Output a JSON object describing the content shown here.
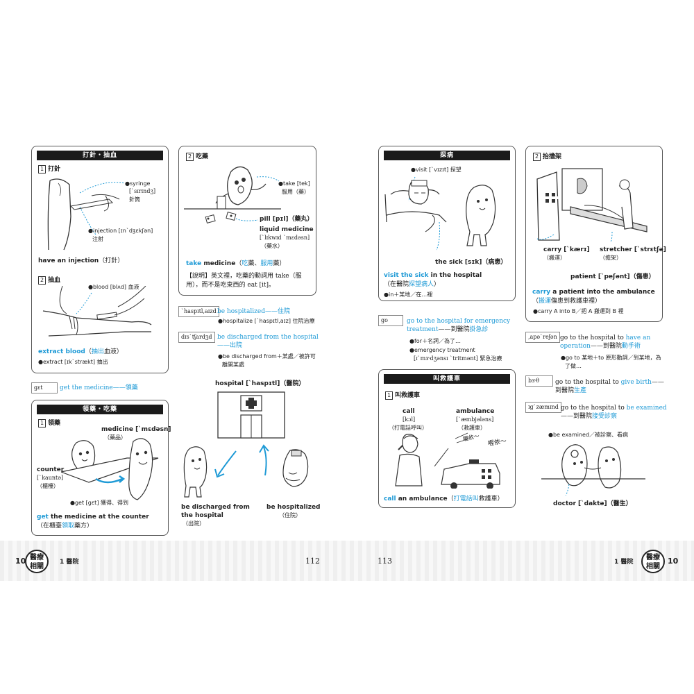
{
  "left": {
    "box1": {
      "header": "打針・抽血",
      "n1": "1",
      "s1_title": "打針",
      "syringe": "●syringe",
      "syringe_ipa": "[ˋsɪrɪndʒ]",
      "syringe_zh": "針筒",
      "injection": "●injection [ɪnˋdʒɛkʃən]",
      "injection_zh": "注射",
      "have_injection": "have an injection",
      "have_injection_zh": "（打針）",
      "n2": "2",
      "s2_title": "抽血",
      "blood": "●blood [blʌd] 血液",
      "extract_blood": "extract blood",
      "extract_blood_zh1": "（",
      "extract_blood_zh_hl": "抽出",
      "extract_blood_zh2": "血液）",
      "extract_note": "●extract [ɪkˋstrækt] 抽出"
    },
    "box2": {
      "n": "2",
      "title": "吃藥",
      "take": "●take [tek]",
      "take_zh": "服用（藥）",
      "pill": "pill [pɪl]（藥丸）",
      "liquid": "liquid medicine",
      "liquid_ipa": "[ˋlɪkwɪd ˋmɛdəsn]",
      "liquid_zh": "（藥水）",
      "take_medicine": "take",
      "take_medicine2": " medicine",
      "take_medicine_zh1": "（",
      "take_medicine_hl1": "吃",
      "take_medicine_zh2": "藥、",
      "take_medicine_hl2": "服用",
      "take_medicine_zh3": "藥）",
      "note1": "【說明】英文裡，吃藥的動詞用 take（服",
      "note2": "用），而不是吃東西的 eat [it]。"
    },
    "hosp1": {
      "tag": "ˋhaspɪtl,aɪzd",
      "phrase": "be hospitalized——",
      "phrase_hl": "住院",
      "note": "●hospitalize [ˋhaspɪtl,aɪz] 住院治療"
    },
    "hosp2": {
      "tag": "dɪsˋtʃardʒd",
      "phrase": "be discharged from the hospital",
      "phrase2": "——",
      "phrase2_hl": "出院",
      "note1": "●be discharged from＋某處／被許可",
      "note2": "離開某處"
    },
    "get": {
      "tag": "gɛt",
      "phrase": "get the medicine——",
      "phrase_hl": "領藥"
    },
    "box3": {
      "header": "領藥・吃藥",
      "n1": "1",
      "s1_title": "領藥",
      "medicine": "medicine [ˋmɛdəsn]",
      "medicine_zh": "（藥品）",
      "counter": "counter",
      "counter_ipa": "[ˋkauntə]",
      "counter_zh": "（櫃檯）",
      "get_note": "●get [gɛt] 獲得、得到",
      "phrase_a": "get",
      "phrase_b": " the medicine at the counter",
      "phrase_zh1": "（在櫃臺",
      "phrase_zh_hl": "領取",
      "phrase_zh2": "藥方）"
    },
    "hospital_scene": {
      "label": "hospital [ˋhaspɪtl]（醫院）",
      "discharged": "be discharged from",
      "discharged2": "the hospital",
      "discharged_zh": "（出院）",
      "hospitalized": "be hospitalized",
      "hospitalized_zh": "（住院）"
    }
  },
  "right": {
    "box1": {
      "header": "探病",
      "visit": "●visit [ˋvɪzɪt] 探望",
      "sick": "the sick [sɪk]（病患）",
      "phrase_a": "visit the sick",
      "phrase_b": " in the hospital",
      "phrase_zh1": "（在醫院",
      "phrase_zh_hl": "探望病人",
      "phrase_zh2": "）",
      "note": "●in＋某地／在…裡"
    },
    "box2": {
      "n": "2",
      "title": "抬擔架",
      "carry": "carry [ˋkærɪ]",
      "carry_zh": "（搬運）",
      "stretcher": "stretcher [ˋstrɛtʃə]",
      "stretcher_zh": "（擔架）",
      "patient": "patient [ˋpeʃənt]（傷患）",
      "phrase_a": "carry",
      "phrase_b": " a patient into the ambulance",
      "phrase_zh1": "（",
      "phrase_zh_hl": "搬運",
      "phrase_zh2": "傷患到救護車裡）",
      "note": "●carry A into B／把 A 搬運到 B 裡"
    },
    "go1": {
      "tag": "go",
      "phrase": "go to the hospital ",
      "phrase_hl": "for emergency",
      "phrase2_hl": "treatment",
      "phrase2": "——到醫院",
      "phrase2_hl2": "掛急診",
      "note1": "●for＋名詞／為了…",
      "note2": "●emergency treatment",
      "note3": "[ɪˋmɝdʒənsɪ ˋtritmənt] 緊急治療"
    },
    "box3": {
      "header": "叫救護車",
      "n": "1",
      "title": "叫救護車",
      "call": "call",
      "call_ipa": "[kɔl]",
      "call_zh": "（打電話呼叫）",
      "ambulance": "ambulance",
      "ambulance_ipa": "[ˋæmbjələns]",
      "ambulance_zh": "（救護車）",
      "siren": "喔依～",
      "siren2": "喔依～",
      "phrase_a": "call",
      "phrase_b": " an ambulance",
      "phrase_zh1": "（",
      "phrase_zh_hl": "打電話叫",
      "phrase_zh2": "救護車）"
    },
    "op": {
      "tag": ",apəˋreʃən",
      "phrase": "go to the hospital to ",
      "phrase_hl": "have an",
      "phrase2_hl": "operation",
      "phrase2": "——到醫院",
      "phrase2_hl2": "動手術",
      "note1": "●go to 某地＋to 原形動詞／到某地，為",
      "note2": "了做…"
    },
    "birth": {
      "tag": "bɝθ",
      "phrase": "go to the hospital to ",
      "phrase_hl": "give birth",
      "phrase2": "——",
      "phrase2b": "到醫院",
      "phrase2_hl": "生產"
    },
    "exam": {
      "tag": "ɪgˋzæmɪnd",
      "phrase": "go to the hospital to ",
      "phrase_hl": "be examined",
      "phrase2": "——到醫院",
      "phrase2_hl": "接受診察",
      "note": "●be examined／被診察、看病",
      "doctor": "doctor [ˋdaktə]（醫生）"
    }
  },
  "footer": {
    "left_num": "10",
    "left_badge1": "醫療",
    "left_badge2": "相關",
    "left_chapter": "1 醫院",
    "left_page": "112",
    "right_page": "113",
    "right_chapter": "1 醫院",
    "right_badge1": "醫療",
    "right_badge2": "相關",
    "right_num": "10"
  }
}
